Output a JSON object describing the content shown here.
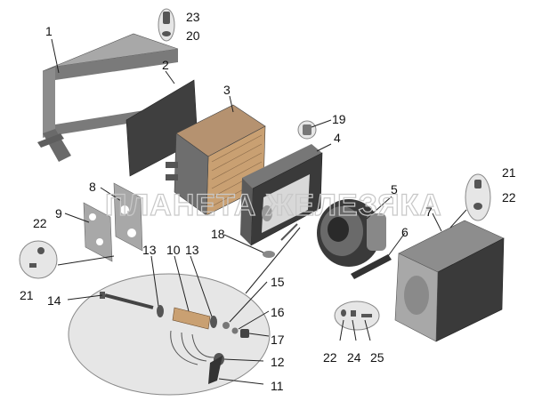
{
  "watermark": "ПЛАНЕТА ЖЕЛЕЗЯКА",
  "callouts": [
    "1",
    "2",
    "3",
    "4",
    "5",
    "6",
    "7",
    "8",
    "9",
    "10",
    "11",
    "12",
    "13",
    "13",
    "14",
    "15",
    "16",
    "17",
    "18",
    "19",
    "20",
    "21",
    "21",
    "22",
    "22",
    "22",
    "23",
    "24",
    "25"
  ],
  "colors": {
    "part_dark": "#3a3a3a",
    "part_mid": "#7a7a7a",
    "part_light": "#b8b8b8",
    "panel": "#9a9a9a",
    "ellipse_fill": "#e6e6e6",
    "radiator": "#c9a072",
    "leader": "#222222",
    "label": "#111111"
  }
}
